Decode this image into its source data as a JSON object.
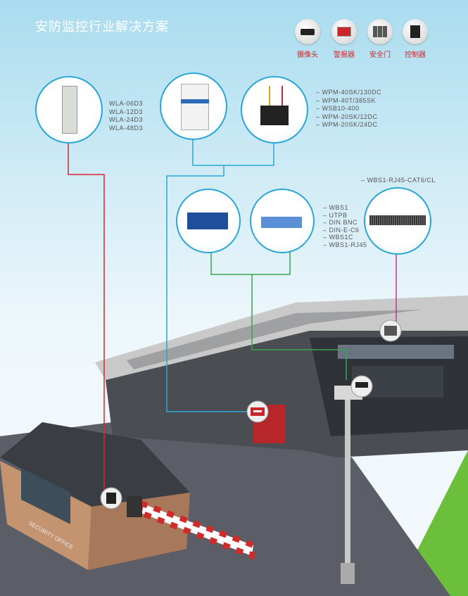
{
  "title": "安防监控行业解决方案",
  "categories": [
    {
      "icon": "camera-icon",
      "label": "摄像头"
    },
    {
      "icon": "alarm-icon",
      "label": "警报器"
    },
    {
      "icon": "security-door-icon",
      "label": "安全门"
    },
    {
      "icon": "controller-icon",
      "label": "控制器"
    }
  ],
  "products": {
    "wla": [
      "WLA-06D3",
      "WLA-12D3",
      "WLA-24D3",
      "WLA-48D3"
    ],
    "wpm": [
      "– WPM-40SK/130DC",
      "– WPM-40T/385SK",
      "– WSB10-400",
      "– WPM-20SK/12DC",
      "– WPM-20SK/24DC"
    ],
    "wbs": [
      "– WBS1",
      "– UTPB",
      "– DIN BNC",
      "– DIN-E-C6",
      "– WBS1C",
      "– WBS1-RJ45"
    ],
    "cat6": "– WBS1-RJ45-CAT6/CL"
  },
  "scene_labels": {
    "booth_sign": "SECURITY OFFICE"
  },
  "colors": {
    "red_line": "#d9262b",
    "blue_line": "#2aa6d6",
    "green_line": "#35a853",
    "magenta_line": "#c2348f",
    "accent": "#d0262b"
  }
}
